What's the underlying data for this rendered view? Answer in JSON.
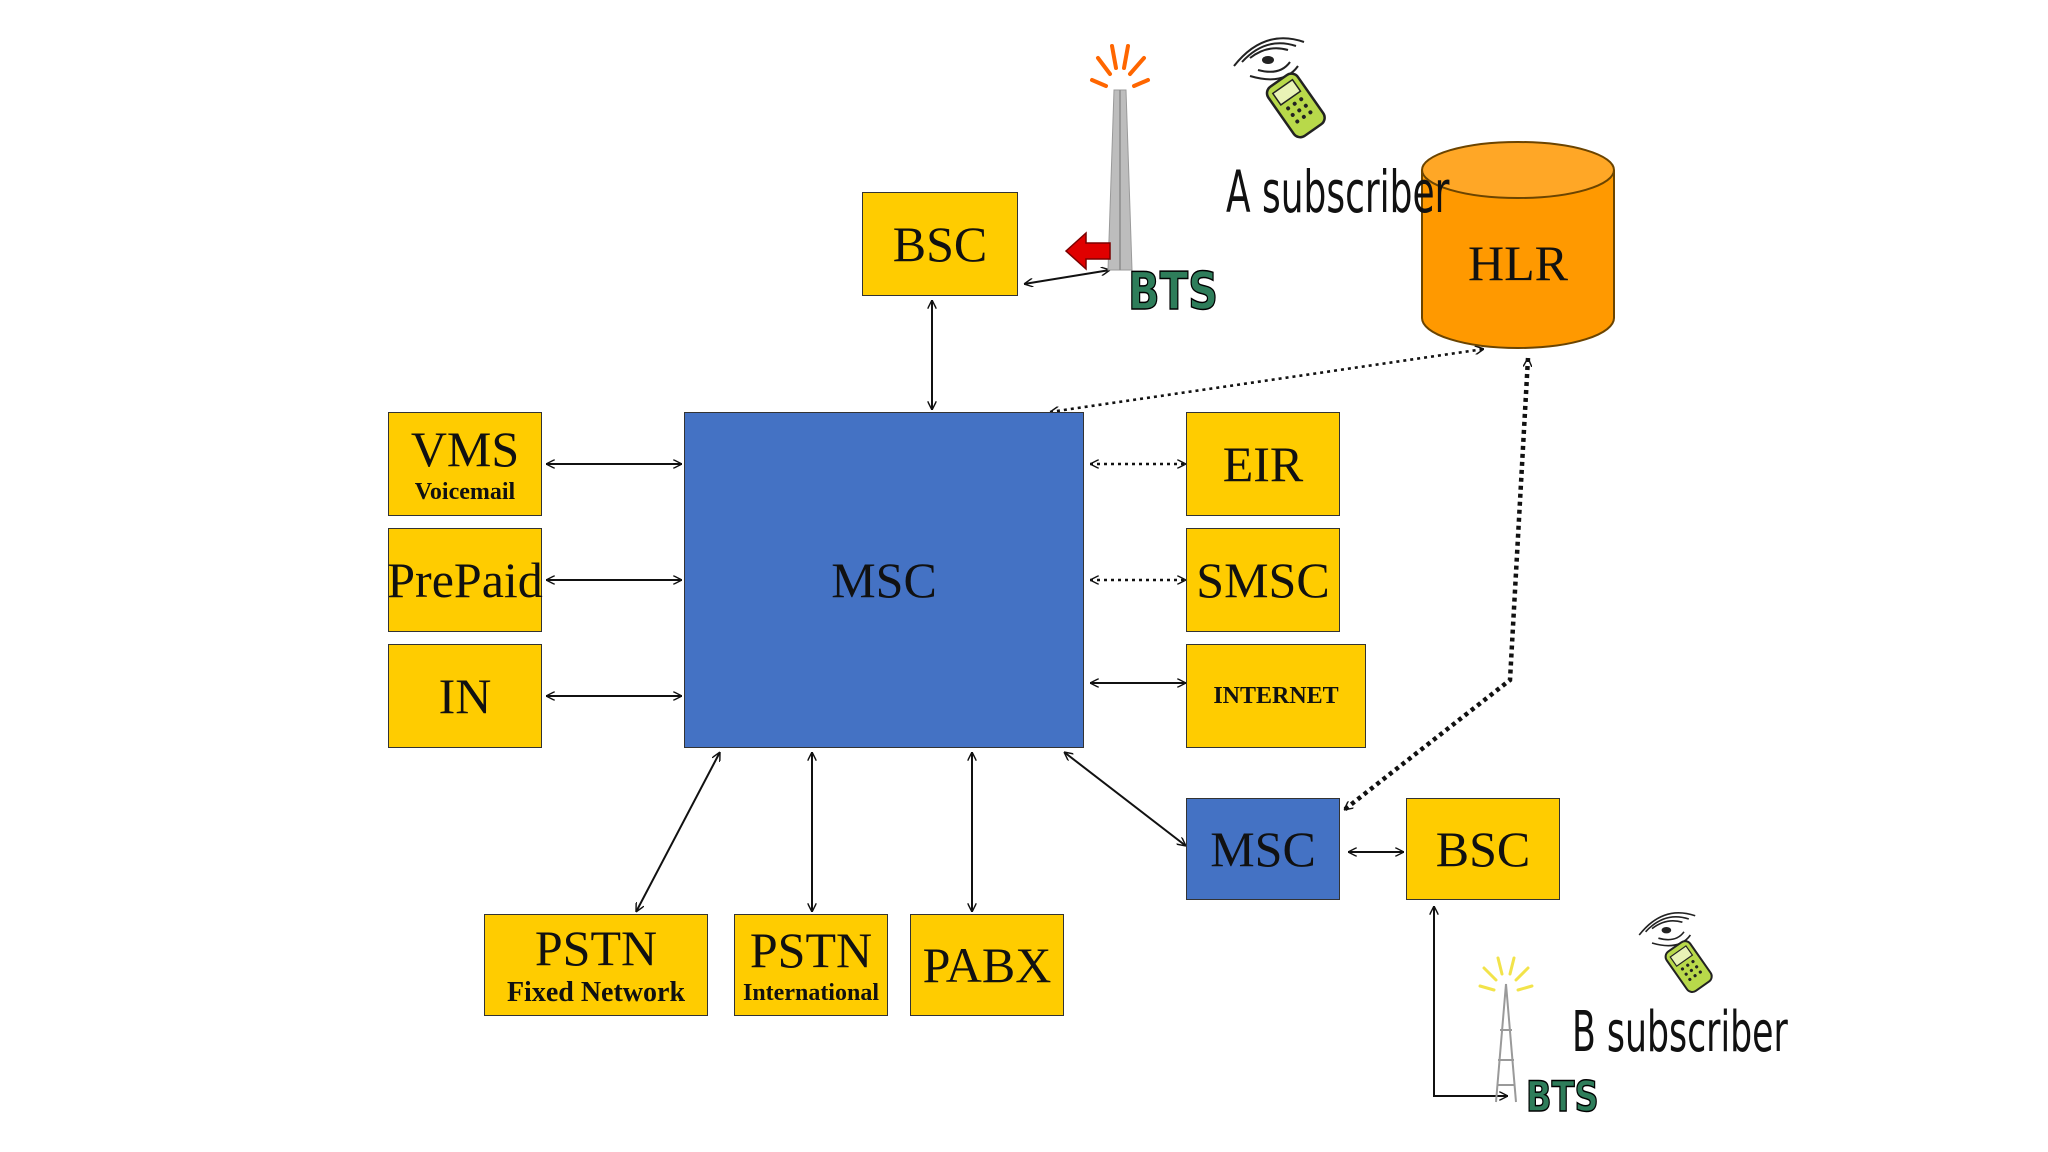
{
  "diagram": {
    "nodes": {
      "bsc_top": {
        "label": "BSC"
      },
      "bts_top": {
        "label": "BTS"
      },
      "a_subscriber": {
        "label": "A subscriber"
      },
      "hlr": {
        "label": "HLR"
      },
      "vms": {
        "label": "VMS",
        "sub": "Voicemail"
      },
      "prepaid": {
        "label": "PrePaid"
      },
      "in": {
        "label": "IN"
      },
      "msc_main": {
        "label": "MSC"
      },
      "eir": {
        "label": "EIR"
      },
      "smsc": {
        "label": "SMSC"
      },
      "internet": {
        "label": "INTERNET"
      },
      "pstn_fixed": {
        "label": "PSTN",
        "sub": "Fixed Network"
      },
      "pstn_intl": {
        "label": "PSTN",
        "sub": "International"
      },
      "pabx": {
        "label": "PABX"
      },
      "msc_remote": {
        "label": "MSC"
      },
      "bsc_bottom": {
        "label": "BSC"
      },
      "bts_bottom": {
        "label": "BTS"
      },
      "b_subscriber": {
        "label": "B subscriber"
      }
    },
    "edges": [
      {
        "from": "bsc_top",
        "to": "bts_top",
        "style": "solid"
      },
      {
        "from": "bsc_top",
        "to": "msc_main",
        "style": "solid"
      },
      {
        "from": "msc_main",
        "to": "hlr",
        "style": "dotted"
      },
      {
        "from": "hlr",
        "to": "msc_remote",
        "style": "dotted-bold"
      },
      {
        "from": "vms",
        "to": "msc_main",
        "style": "solid"
      },
      {
        "from": "prepaid",
        "to": "msc_main",
        "style": "solid"
      },
      {
        "from": "in",
        "to": "msc_main",
        "style": "solid"
      },
      {
        "from": "msc_main",
        "to": "eir",
        "style": "dotted"
      },
      {
        "from": "msc_main",
        "to": "smsc",
        "style": "dotted"
      },
      {
        "from": "msc_main",
        "to": "internet",
        "style": "solid"
      },
      {
        "from": "msc_main",
        "to": "pstn_fixed",
        "style": "solid"
      },
      {
        "from": "msc_main",
        "to": "pstn_intl",
        "style": "solid"
      },
      {
        "from": "msc_main",
        "to": "pabx",
        "style": "solid"
      },
      {
        "from": "msc_main",
        "to": "msc_remote",
        "style": "solid"
      },
      {
        "from": "msc_remote",
        "to": "bsc_bottom",
        "style": "solid"
      },
      {
        "from": "bsc_bottom",
        "to": "bts_bottom",
        "style": "solid"
      }
    ],
    "colors": {
      "element_fill": "#ffcc00",
      "msc_fill": "#4472c4",
      "hlr_fill": "#ff9900",
      "bts_text": "#2e7d5a",
      "handover_arrow": "#e00000"
    },
    "icons": [
      "tower-icon-top",
      "tower-icon-bottom",
      "phone-icon-a",
      "phone-icon-b",
      "handover-arrow-icon"
    ]
  }
}
